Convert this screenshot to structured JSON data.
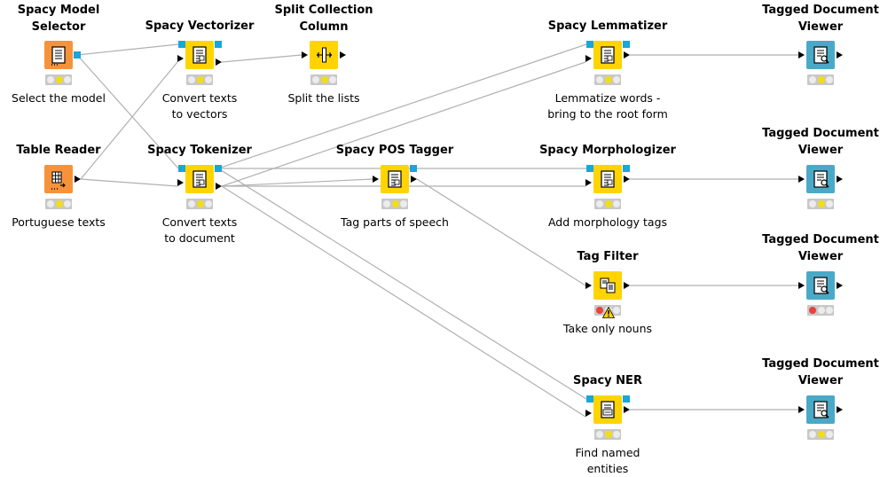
{
  "palette": {
    "source": "#f7923a",
    "manipulator": "#ffd400",
    "visualizer": "#4ba9c8",
    "port": "#19a6d8",
    "wire": "#b0b0b0",
    "light_yellow": "#f1dd18",
    "light_red": "#e8423d",
    "light_off": "#ececec"
  },
  "nodes": [
    {
      "id": "model_selector",
      "title": [
        "Spacy Model",
        "Selector"
      ],
      "description": [
        "Select the model"
      ],
      "color": "source",
      "icon": "model-selector-icon",
      "status": "yellow"
    },
    {
      "id": "vectorizer",
      "title": [
        "Spacy Vectorizer"
      ],
      "description": [
        "Convert texts",
        "to vectors"
      ],
      "color": "manipulator",
      "icon": "vectorizer-icon",
      "status": "yellow"
    },
    {
      "id": "split_collection",
      "title": [
        "Split Collection",
        "Column"
      ],
      "description": [
        "Split the lists"
      ],
      "color": "manipulator",
      "icon": "split-column-icon",
      "status": "yellow"
    },
    {
      "id": "lemmatizer",
      "title": [
        "Spacy Lemmatizer"
      ],
      "description": [
        "Lemmatize words -",
        "bring to the root form"
      ],
      "color": "manipulator",
      "icon": "lemmatizer-icon",
      "status": "yellow"
    },
    {
      "id": "viewer1",
      "title": [
        "Tagged Document",
        "Viewer"
      ],
      "description": [],
      "color": "visualizer",
      "icon": "document-viewer-icon",
      "status": "yellow"
    },
    {
      "id": "table_reader",
      "title": [
        "Table Reader"
      ],
      "description": [
        "Portuguese texts"
      ],
      "color": "source",
      "icon": "table-reader-icon",
      "status": "yellow"
    },
    {
      "id": "tokenizer",
      "title": [
        "Spacy Tokenizer"
      ],
      "description": [
        "Convert texts",
        "to document"
      ],
      "color": "manipulator",
      "icon": "tokenizer-icon",
      "status": "yellow"
    },
    {
      "id": "pos_tagger",
      "title": [
        "Spacy POS Tagger"
      ],
      "description": [
        "Tag parts of speech"
      ],
      "color": "manipulator",
      "icon": "pos-tagger-icon",
      "status": "yellow"
    },
    {
      "id": "morphologizer",
      "title": [
        "Spacy Morphologizer"
      ],
      "description": [
        "Add morphology tags"
      ],
      "color": "manipulator",
      "icon": "morphologizer-icon",
      "status": "yellow"
    },
    {
      "id": "viewer2",
      "title": [
        "Tagged Document",
        "Viewer"
      ],
      "description": [],
      "color": "visualizer",
      "icon": "document-viewer-icon",
      "status": "yellow"
    },
    {
      "id": "tag_filter",
      "title": [
        "Tag Filter"
      ],
      "description": [
        "Take only nouns"
      ],
      "color": "manipulator",
      "icon": "tag-filter-icon",
      "status": "red",
      "warning": true
    },
    {
      "id": "viewer3",
      "title": [
        "Tagged Document",
        "Viewer"
      ],
      "description": [],
      "color": "visualizer",
      "icon": "document-viewer-icon",
      "status": "red"
    },
    {
      "id": "ner",
      "title": [
        "Spacy NER"
      ],
      "description": [
        "Find named",
        "entities"
      ],
      "color": "manipulator",
      "icon": "ner-icon",
      "status": "yellow"
    },
    {
      "id": "viewer4",
      "title": [
        "Tagged Document",
        "Viewer"
      ],
      "description": [],
      "color": "visualizer",
      "icon": "document-viewer-icon",
      "status": "yellow"
    }
  ],
  "connections": [
    {
      "from": "model_selector",
      "to": "vectorizer"
    },
    {
      "from": "model_selector",
      "to": "tokenizer"
    },
    {
      "from": "table_reader",
      "to": "vectorizer"
    },
    {
      "from": "table_reader",
      "to": "tokenizer"
    },
    {
      "from": "vectorizer",
      "to": "split_collection"
    },
    {
      "from": "tokenizer",
      "to": "lemmatizer",
      "port": "model"
    },
    {
      "from": "tokenizer",
      "to": "lemmatizer",
      "port": "data"
    },
    {
      "from": "tokenizer",
      "to": "pos_tagger"
    },
    {
      "from": "tokenizer",
      "to": "morphologizer",
      "port": "model"
    },
    {
      "from": "tokenizer",
      "to": "morphologizer",
      "port": "data"
    },
    {
      "from": "tokenizer",
      "to": "ner",
      "port": "model"
    },
    {
      "from": "tokenizer",
      "to": "ner",
      "port": "data"
    },
    {
      "from": "pos_tagger",
      "to": "tag_filter"
    },
    {
      "from": "lemmatizer",
      "to": "viewer1"
    },
    {
      "from": "morphologizer",
      "to": "viewer2"
    },
    {
      "from": "tag_filter",
      "to": "viewer3"
    },
    {
      "from": "ner",
      "to": "viewer4"
    }
  ]
}
